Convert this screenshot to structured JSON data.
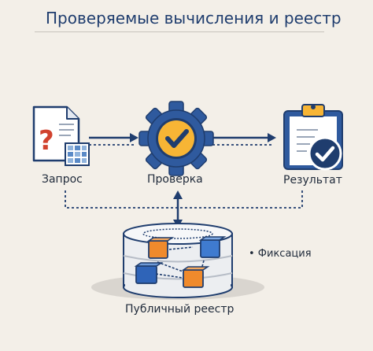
{
  "title": "Проверяемые вычисления и реестр",
  "nodes": {
    "query": {
      "label": "Запрос",
      "icon": "document-question-icon"
    },
    "verify": {
      "label": "Проверка",
      "icon": "gear-check-icon"
    },
    "result": {
      "label": "Результат",
      "icon": "clipboard-check-icon"
    }
  },
  "ledger": {
    "label": "Публичный реестр",
    "fix_label": "• Фиксация",
    "icon": "database-blocks-icon"
  },
  "colors": {
    "navy": "#1f3d6e",
    "blue": "#3f6fb5",
    "orange": "#f08a2c",
    "yellow": "#f7b535",
    "red": "#d1422e",
    "background": "#f3efe8"
  }
}
